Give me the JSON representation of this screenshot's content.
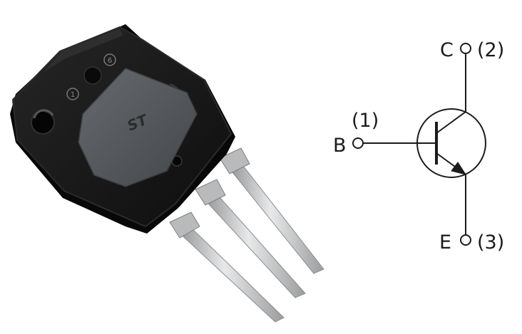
{
  "photo": {
    "logo_text": "ST",
    "mold_marks": [
      "1",
      "6"
    ]
  },
  "schematic": {
    "pins": {
      "collector": {
        "letter": "C",
        "number": "(2)"
      },
      "base": {
        "letter": "B",
        "number": "(1)"
      },
      "emitter": {
        "letter": "E",
        "number": "(3)"
      }
    }
  },
  "colors": {
    "background": "#ffffff",
    "body": "#141414",
    "body_edge": "#2b2b2b",
    "window": "#55595d",
    "lead": "#c4c6c8",
    "line": "#1b1b1b"
  }
}
